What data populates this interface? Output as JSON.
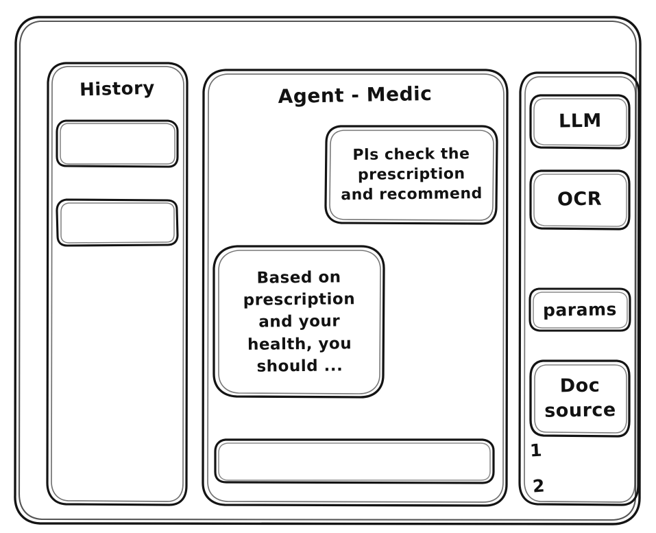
{
  "window": {
    "name": "app-window-frame"
  },
  "history": {
    "title": "History",
    "items": [
      {
        "label": ""
      },
      {
        "label": ""
      }
    ]
  },
  "chat": {
    "title": "Agent - Medic",
    "messages": [
      {
        "role": "user",
        "text": "Pls check the\nprescription\nand recommend"
      },
      {
        "role": "agent",
        "text": "Based on\nprescription\nand your\nhealth, you\nshould ..."
      }
    ],
    "composer": {
      "value": "",
      "placeholder": ""
    }
  },
  "tools": {
    "buttons": [
      {
        "label": "LLM"
      },
      {
        "label": "OCR"
      },
      {
        "label": "params"
      },
      {
        "label": "Doc\nsource"
      }
    ],
    "doc_sources": [
      {
        "number": "1"
      },
      {
        "number": "2"
      }
    ]
  },
  "style": {
    "ink": "#141414",
    "paper": "#ffffff"
  }
}
